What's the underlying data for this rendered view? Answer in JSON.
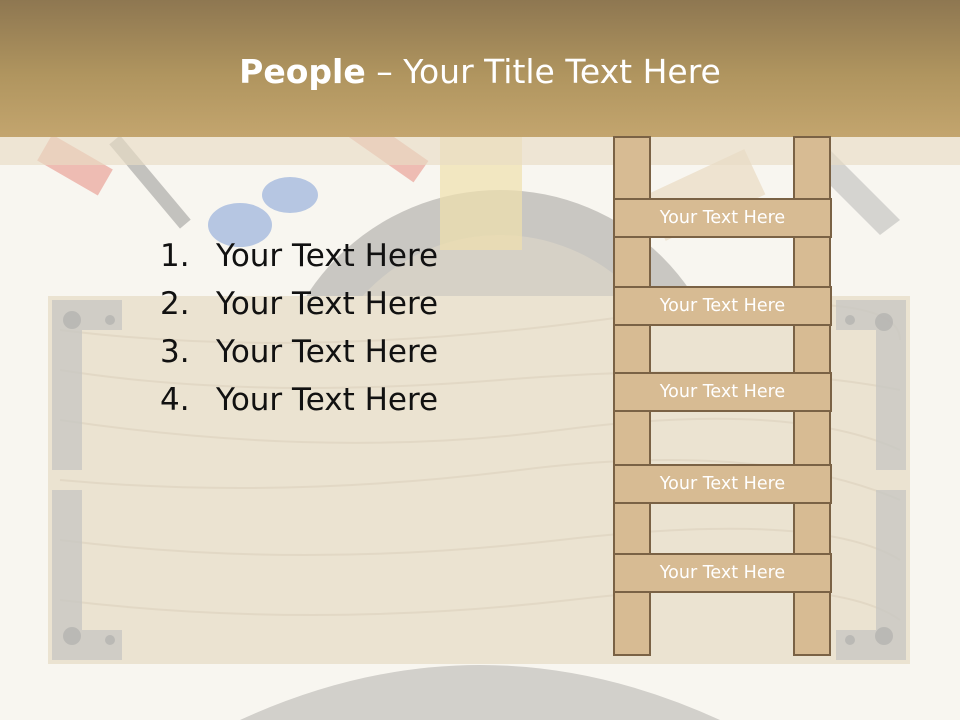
{
  "title": {
    "bold": "People",
    "rest": " – Your Title Text Here"
  },
  "list": [
    {
      "number": "1.",
      "text": "Your Text Here"
    },
    {
      "number": "2.",
      "text": "Your Text Here"
    },
    {
      "number": "3.",
      "text": "Your Text Here"
    },
    {
      "number": "4.",
      "text": "Your Text Here"
    }
  ],
  "ladder": {
    "rungs": [
      "Your Text Here",
      "Your Text Here",
      "Your Text Here",
      "Your Text Here",
      "Your Text Here"
    ]
  },
  "colors": {
    "title_bar": "#b0955f",
    "ladder_fill": "#d7bb93",
    "ladder_border": "#7a6245"
  }
}
